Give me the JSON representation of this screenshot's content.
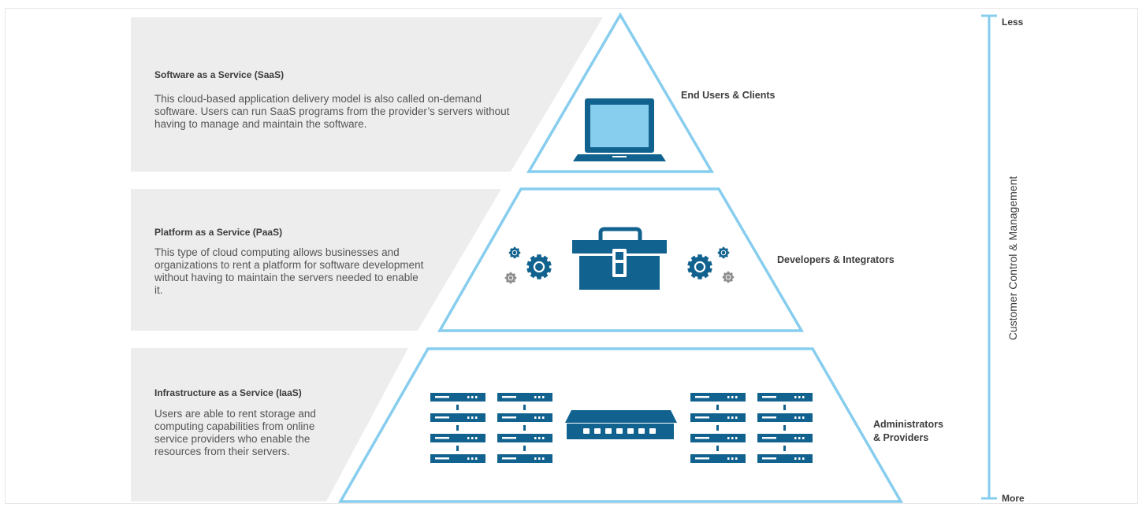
{
  "tiers": [
    {
      "title": "Software as a Service (SaaS)",
      "description": "This cloud-based application delivery model is also called on-demand software. Users can run SaaS programs from the provider’s servers without having to manage and maintain the software.",
      "audience": "End Users & Clients",
      "icon": "laptop-icon"
    },
    {
      "title": "Platform as a Service (PaaS)",
      "description": "This type of cloud computing allows businesses and organizations to rent a platform for software development without having to maintain the servers needed to enable it.",
      "audience": "Developers & Integrators",
      "icon": "toolbox-icon"
    },
    {
      "title": "Infrastructure as a Service (IaaS)",
      "description": "Users are able to rent storage and computing capabilities from online service providers who enable the resources from their servers.",
      "audience_line1": "Administrators",
      "audience_line2": "& Providers",
      "icon": "server-icon"
    }
  ],
  "scale": {
    "title": "Customer Control & Management",
    "top_label": "Less",
    "bottom_label": "More"
  },
  "colors": {
    "outline": "#87cdee",
    "icon_blue": "#11628e",
    "screen_blue": "#87cdee",
    "gear_gray": "#8d8d8d",
    "panel_gray": "#ededed",
    "text_dark": "#3c3c3c"
  }
}
